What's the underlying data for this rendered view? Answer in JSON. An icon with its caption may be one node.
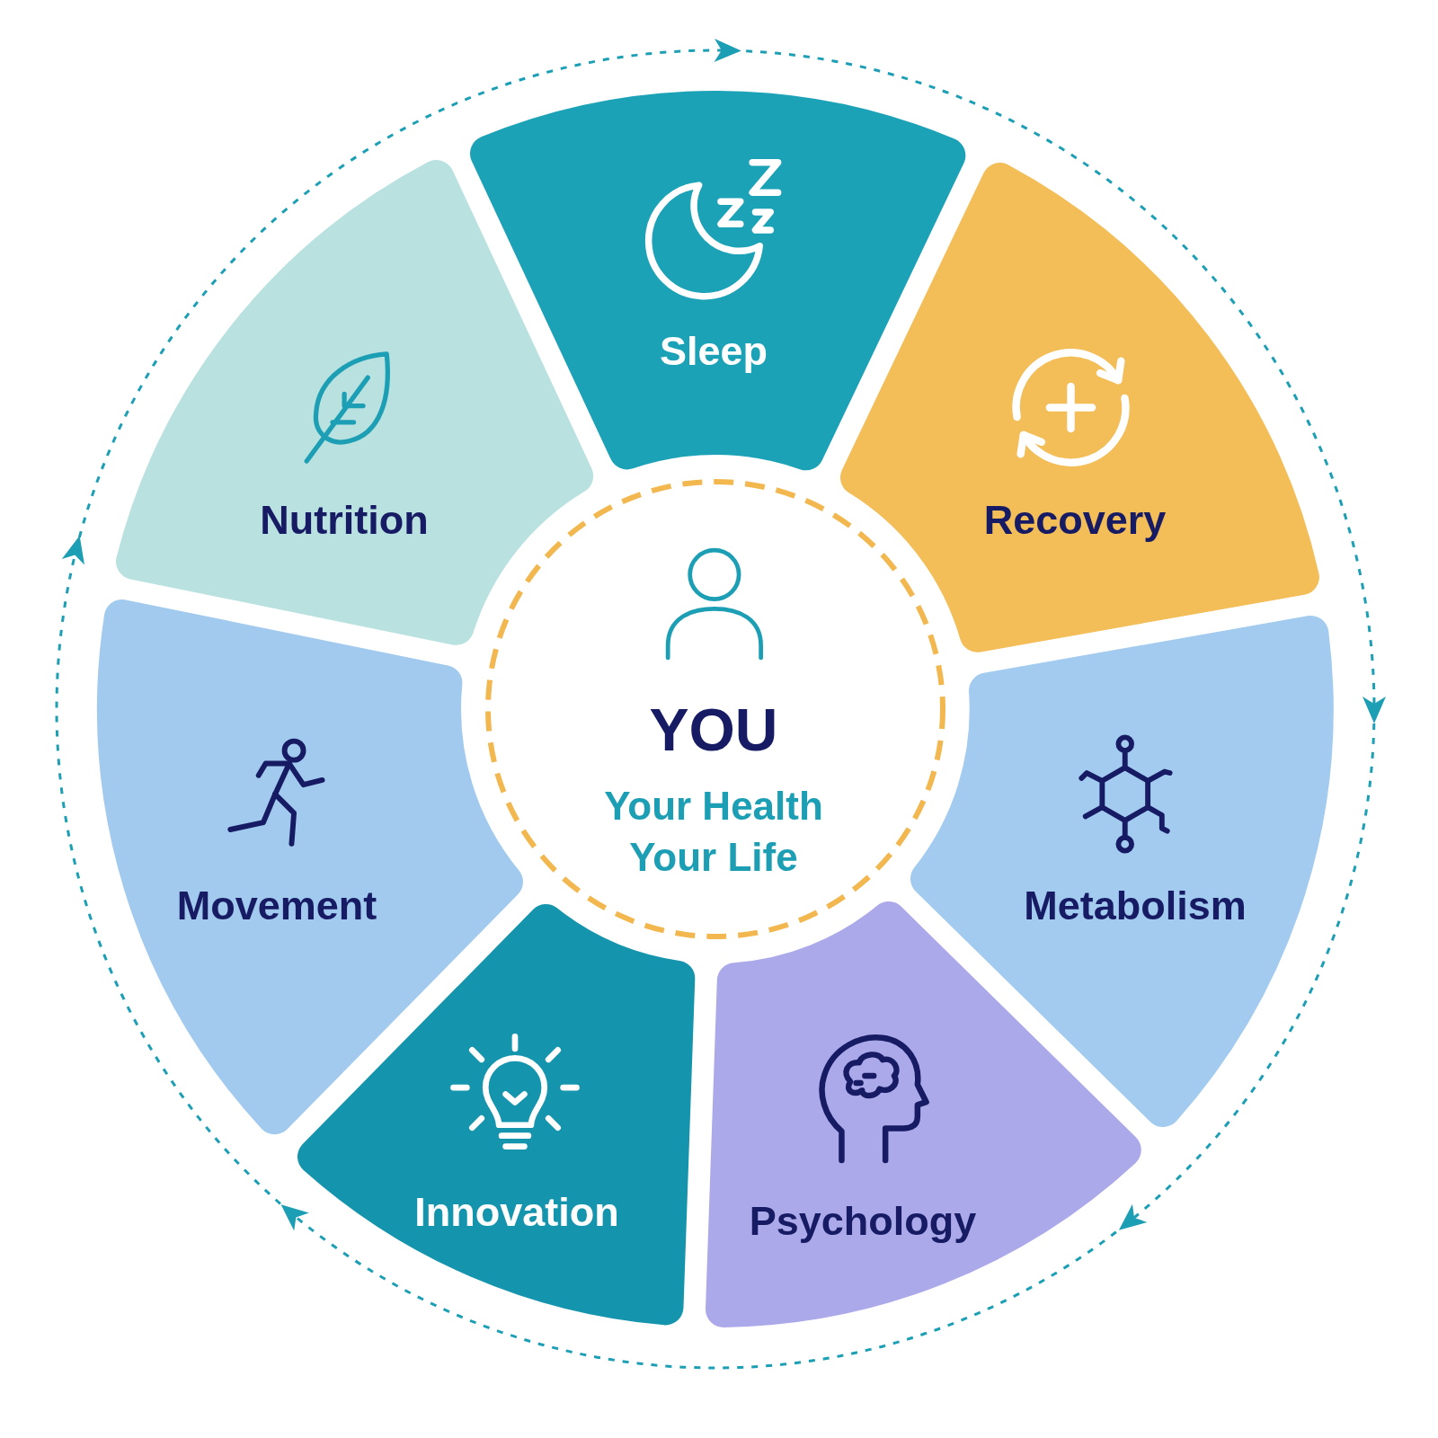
{
  "diagram": {
    "nodes": [
      {
        "text": [
          "YOU",
          "Your Health Your Life"
        ]
      },
      {
        "text": [
          "Sleep"
        ]
      },
      {
        "text": [
          "Recovery"
        ]
      },
      {
        "text": [
          "Metabolism"
        ]
      },
      {
        "text": [
          "Psychology"
        ]
      },
      {
        "text": [
          "Innovation"
        ]
      },
      {
        "text": [
          "Movement"
        ]
      },
      {
        "text": [
          "Nutrition"
        ]
      }
    ]
  }
}
